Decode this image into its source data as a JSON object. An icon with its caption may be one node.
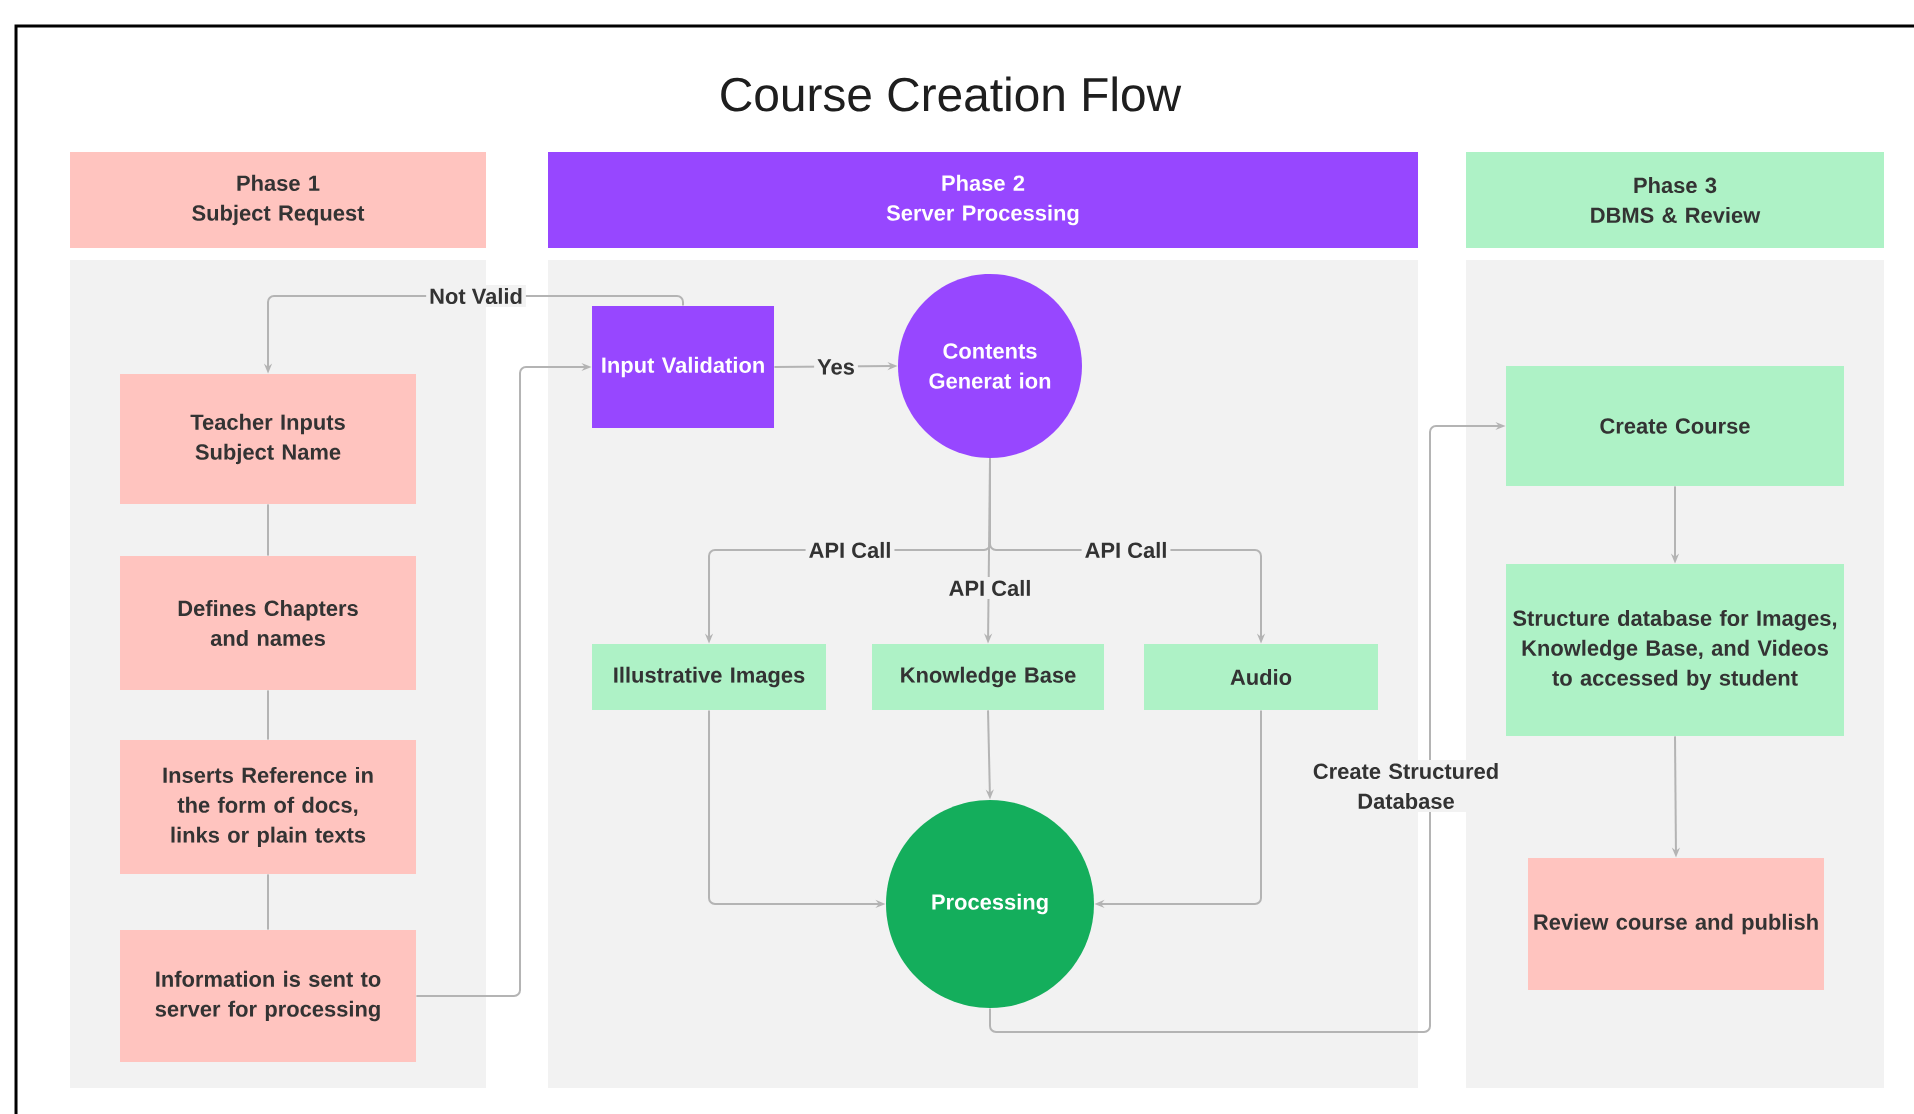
{
  "diagram": {
    "title": "Course Creation Flow",
    "nodes": [
      {
        "text": [
          "Phase 1",
          "Subject Request"
        ]
      },
      {
        "text": [
          "Phase 2",
          "Server Processing"
        ]
      },
      {
        "text": [
          "Phase 3",
          "DBMS & Review"
        ]
      },
      {
        "text": [
          "Teacher Inputs Subject Name"
        ]
      },
      {
        "text": [
          "Defines Chapters and names"
        ]
      },
      {
        "text": [
          "Inserts Reference in the form of docs, links or plain texts"
        ]
      },
      {
        "text": [
          "Information is sent to server for processing"
        ]
      },
      {
        "text": [
          "Input Validation"
        ]
      },
      {
        "text": [
          "Contents Generat ion"
        ]
      },
      {
        "text": [
          "Illustrative Images"
        ]
      },
      {
        "text": [
          "Knowledge Base"
        ]
      },
      {
        "text": [
          "Audio"
        ]
      },
      {
        "text": [
          "Processing"
        ]
      },
      {
        "text": [
          "Create Course"
        ]
      },
      {
        "text": [
          "Structure database for Images, Knowledge Base, and Videos to accessed by student"
        ]
      },
      {
        "text": [
          "Review course and publish"
        ]
      }
    ],
    "edges": [
      {
        "from": 3,
        "to": 4,
        "arrow": "none"
      },
      {
        "from": 4,
        "to": 5,
        "arrow": "none"
      },
      {
        "from": 5,
        "to": 6,
        "arrow": "none"
      },
      {
        "from": 6,
        "to": 7,
        "arrow": "to"
      },
      {
        "from": 7,
        "to": 3,
        "arrow": "to",
        "label": "Not Valid"
      },
      {
        "from": 7,
        "to": 8,
        "arrow": "to",
        "label": "Yes"
      },
      {
        "from": 8,
        "to": 9,
        "arrow": "to",
        "label": "API Call"
      },
      {
        "from": 8,
        "to": 10,
        "arrow": "to",
        "label": "API Call"
      },
      {
        "from": 8,
        "to": 11,
        "arrow": "to",
        "label": "API Call"
      },
      {
        "from": 9,
        "to": 12,
        "arrow": "to"
      },
      {
        "from": 10,
        "to": 12,
        "arrow": "to"
      },
      {
        "from": 11,
        "to": 12,
        "arrow": "to"
      },
      {
        "from": 12,
        "to": 13,
        "arrow": "to",
        "label": "Create Structured Database"
      },
      {
        "from": 13,
        "to": 14,
        "arrow": "to"
      },
      {
        "from": 14,
        "to": 15,
        "arrow": "to"
      }
    ]
  }
}
